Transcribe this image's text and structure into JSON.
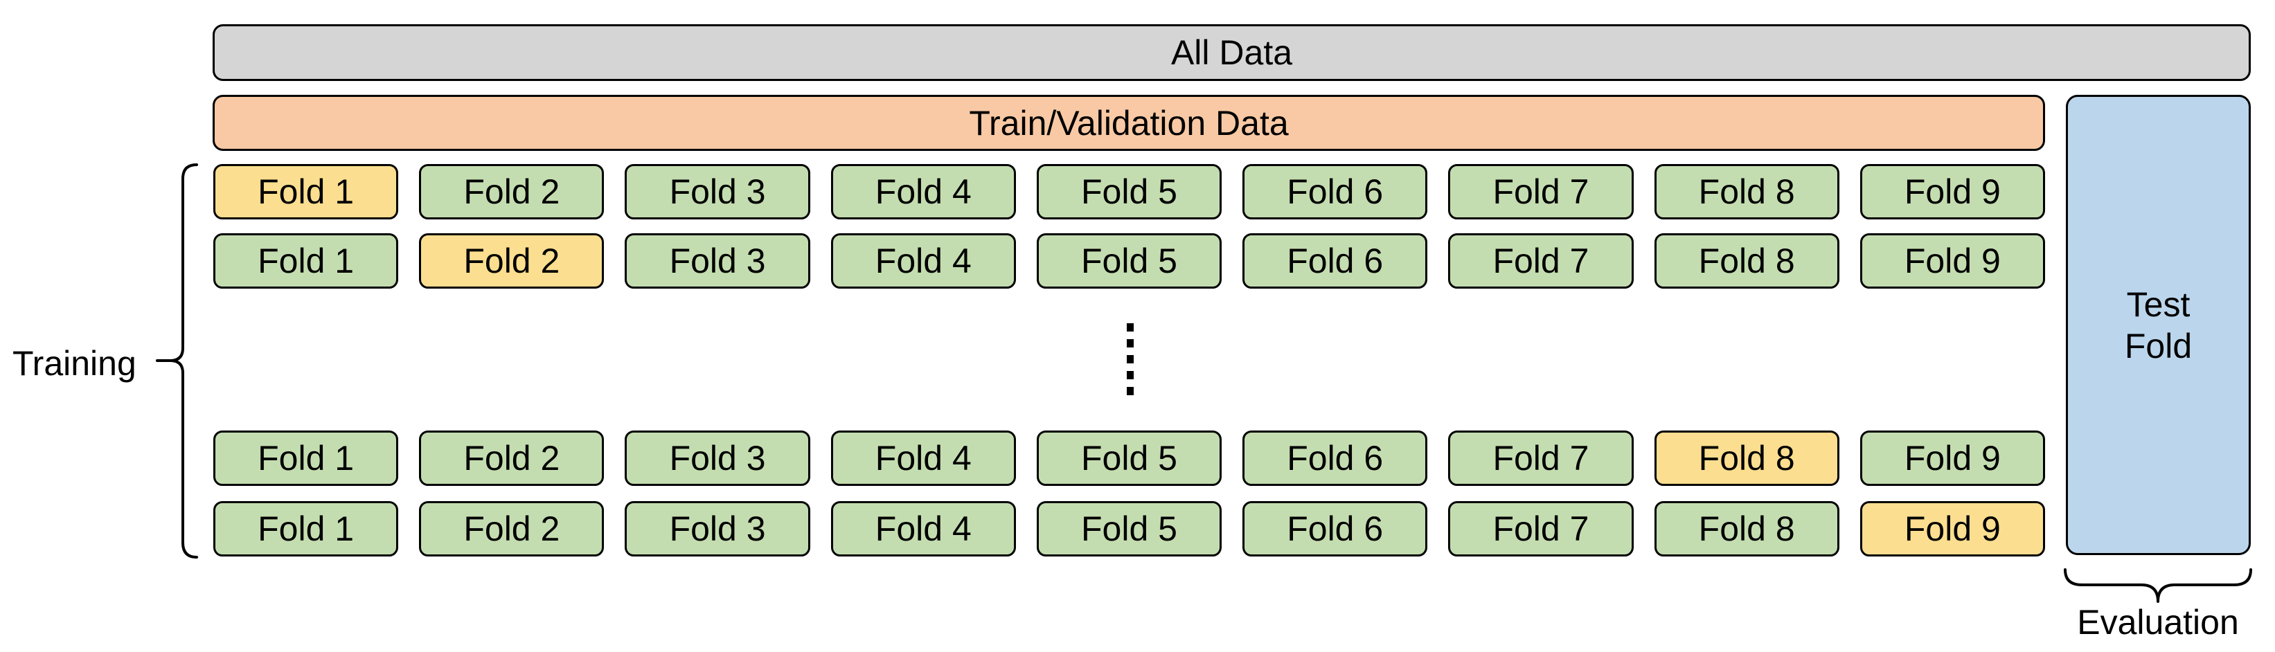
{
  "bars": {
    "all_data": "All Data",
    "train_validation": "Train/Validation Data"
  },
  "test_fold": {
    "line1": "Test",
    "line2": "Fold"
  },
  "side_labels": {
    "training": "Training",
    "evaluation": "Evaluation"
  },
  "fold_rows": [
    {
      "highlight_index": 0,
      "folds": [
        "Fold 1",
        "Fold 2",
        "Fold 3",
        "Fold 4",
        "Fold 5",
        "Fold 6",
        "Fold 7",
        "Fold 8",
        "Fold 9"
      ]
    },
    {
      "highlight_index": 1,
      "folds": [
        "Fold 1",
        "Fold 2",
        "Fold 3",
        "Fold 4",
        "Fold 5",
        "Fold 6",
        "Fold 7",
        "Fold 8",
        "Fold 9"
      ]
    },
    {
      "highlight_index": 7,
      "folds": [
        "Fold 1",
        "Fold 2",
        "Fold 3",
        "Fold 4",
        "Fold 5",
        "Fold 6",
        "Fold 7",
        "Fold 8",
        "Fold 9"
      ]
    },
    {
      "highlight_index": 8,
      "folds": [
        "Fold 1",
        "Fold 2",
        "Fold 3",
        "Fold 4",
        "Fold 5",
        "Fold 6",
        "Fold 7",
        "Fold 8",
        "Fold 9"
      ]
    }
  ],
  "icons": {
    "row_continuation": "vertical-ellipsis-dots"
  },
  "colors": {
    "all_data_fill": "#d5d5d5",
    "train_validation_fill": "#f8c9a4",
    "fold_fill": "#c4ddb0",
    "fold_highlight_fill": "#fbde8f",
    "test_fold_fill": "#bbd6ec",
    "outline": "#000000",
    "text": "#000000"
  }
}
